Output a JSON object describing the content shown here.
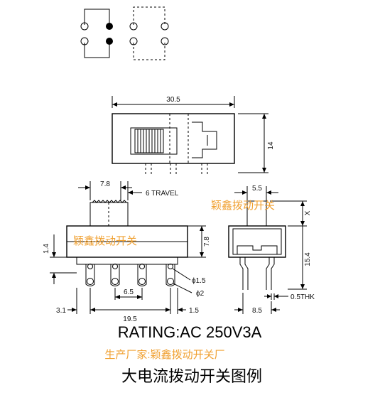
{
  "dimensions": {
    "width_total": "30.5",
    "height_total": "14",
    "pitch_actuator": "7.8",
    "travel": "6 TRAVEL",
    "left_offset": "1.4",
    "body_height": "7.8",
    "pin_pitch": "6.5",
    "hole_1": "ϕ1.5",
    "hole_2": "ϕ2",
    "edge_left": "3.1",
    "pin_span": "19.5",
    "edge_right": "1.5",
    "actuator_width": "5.5",
    "side_x": "X",
    "side_height": "15.4",
    "thickness": "0.5THK",
    "side_width": "8.5"
  },
  "watermark": {
    "text_1": "颖鑫拨动开关",
    "text_2": "颖鑫拨动开关"
  },
  "rating": "RATING:AC 250V3A",
  "manufacturer": "生产厂家:颖鑫拨动开关厂",
  "caption": "大电流拨动开关图例"
}
